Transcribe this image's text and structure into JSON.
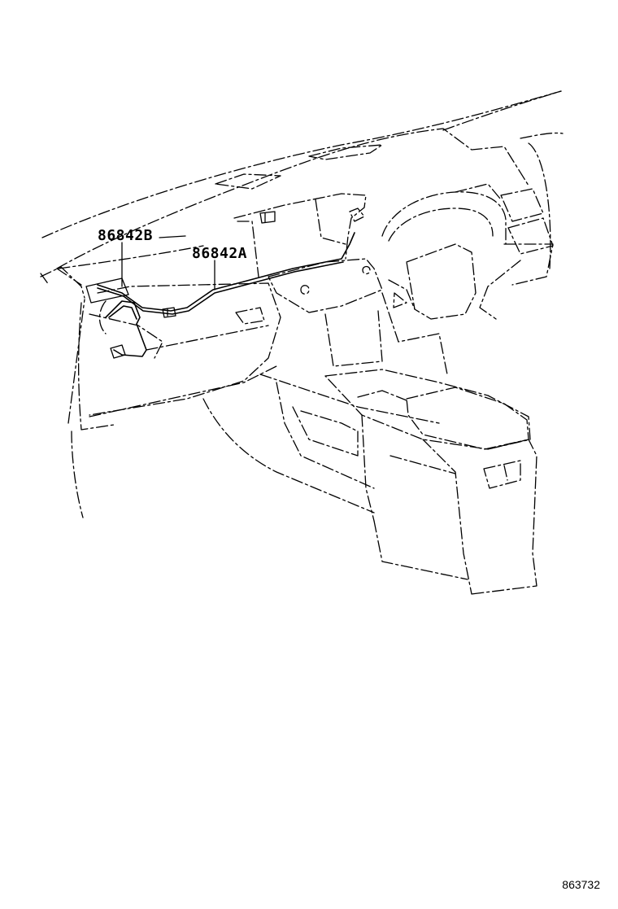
{
  "diagram": {
    "callouts": [
      {
        "label": "86842B"
      },
      {
        "label": "86842A"
      }
    ],
    "catalog_number": "863732"
  }
}
